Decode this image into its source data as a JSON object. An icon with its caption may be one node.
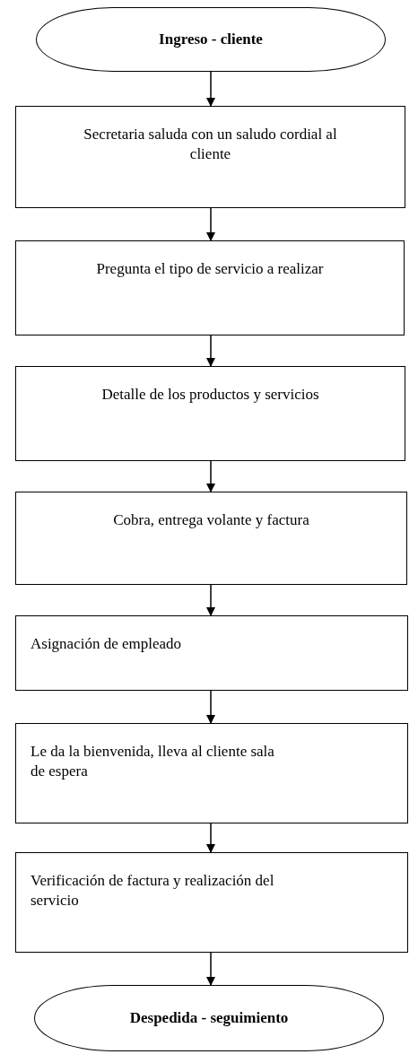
{
  "diagram": {
    "nodes": [
      {
        "text": [
          "Ingreso - cliente"
        ]
      },
      {
        "text": [
          "Secretaria saluda con un saludo cordial al cliente"
        ]
      },
      {
        "text": [
          "Pregunta el tipo de servicio a realizar"
        ]
      },
      {
        "text": [
          "Detalle de los productos y servicios"
        ]
      },
      {
        "text": [
          "Cobra, entrega volante y factura"
        ]
      },
      {
        "text": [
          "Asignación de empleado"
        ]
      },
      {
        "text": [
          "Le da la bienvenida, lleva al cliente sala de espera"
        ]
      },
      {
        "text": [
          "Verificación de factura y realización del servicio"
        ]
      },
      {
        "text": [
          "Despedida - seguimiento"
        ]
      }
    ],
    "edges": [
      {
        "from": 0,
        "to": 1,
        "arrow": "to"
      },
      {
        "from": 1,
        "to": 2,
        "arrow": "to"
      },
      {
        "from": 2,
        "to": 3,
        "arrow": "to"
      },
      {
        "from": 3,
        "to": 4,
        "arrow": "to"
      },
      {
        "from": 4,
        "to": 5,
        "arrow": "to"
      },
      {
        "from": 5,
        "to": 6,
        "arrow": "to"
      },
      {
        "from": 6,
        "to": 7,
        "arrow": "to"
      },
      {
        "from": 7,
        "to": 8,
        "arrow": "to"
      }
    ]
  }
}
